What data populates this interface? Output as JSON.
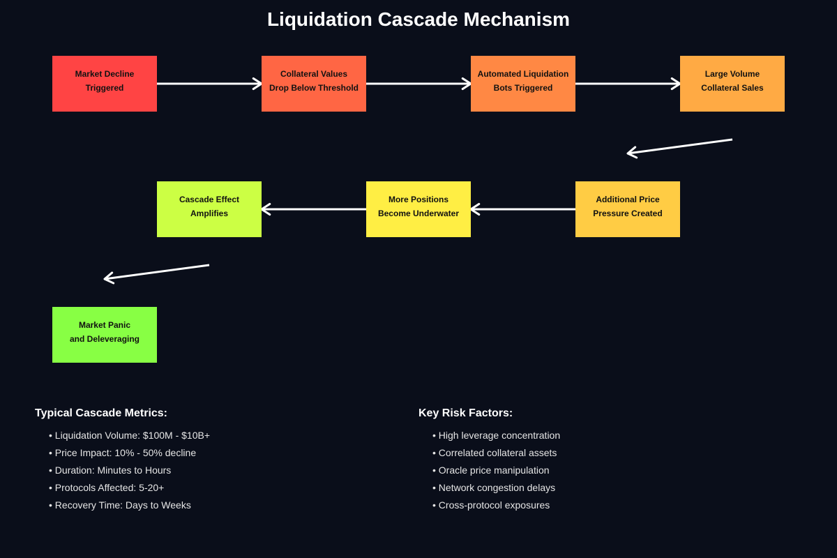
{
  "title": "Liquidation Cascade Mechanism",
  "nodes": [
    {
      "lines": [
        "Market Decline",
        "Triggered"
      ],
      "color": "#ff4444"
    },
    {
      "lines": [
        "Collateral Values",
        "Drop Below Threshold"
      ],
      "color": "#ff6644"
    },
    {
      "lines": [
        "Automated Liquidation",
        "Bots Triggered"
      ],
      "color": "#ff8844"
    },
    {
      "lines": [
        "Large Volume",
        "Collateral Sales"
      ],
      "color": "#ffaa44"
    },
    {
      "lines": [
        "Additional Price",
        "Pressure Created"
      ],
      "color": "#ffcc44"
    },
    {
      "lines": [
        "More Positions",
        "Become Underwater"
      ],
      "color": "#ffee44"
    },
    {
      "lines": [
        "Cascade Effect",
        "Amplifies"
      ],
      "color": "#ccff44"
    },
    {
      "lines": [
        "Market Panic",
        "and Deleveraging"
      ],
      "color": "#88ff44"
    }
  ],
  "edges": [
    [
      0,
      1
    ],
    [
      1,
      2
    ],
    [
      2,
      3
    ],
    [
      3,
      4
    ],
    [
      4,
      5
    ],
    [
      5,
      6
    ],
    [
      6,
      7
    ]
  ],
  "metrics": {
    "heading": "Typical Cascade Metrics:",
    "items": [
      "• Liquidation Volume: $100M - $10B+",
      "• Price Impact: 10% - 50% decline",
      "• Duration: Minutes to Hours",
      "• Protocols Affected: 5-20+",
      "• Recovery Time: Days to Weeks"
    ]
  },
  "risks": {
    "heading": "Key Risk Factors:",
    "items": [
      "• High leverage concentration",
      "• Correlated collateral assets",
      "• Oracle price manipulation",
      "• Network congestion delays",
      "• Cross-protocol exposures"
    ]
  }
}
